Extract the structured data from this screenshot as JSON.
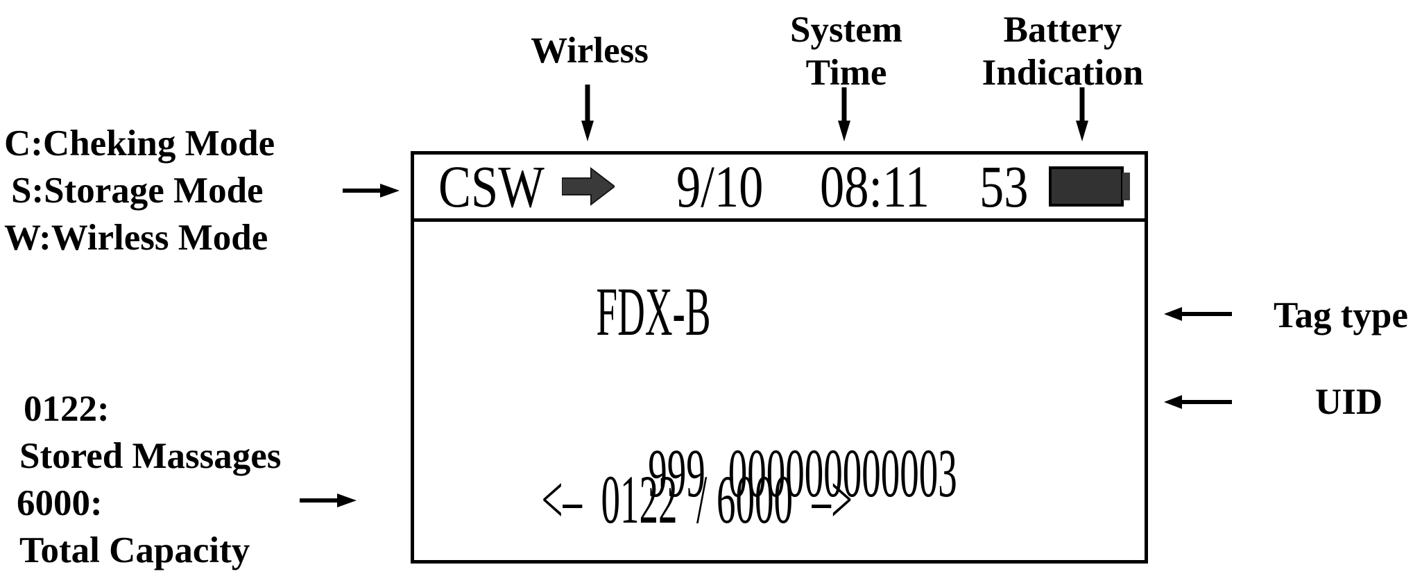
{
  "display": {
    "status_bar": {
      "modes": "CSW",
      "date": "9/10",
      "time": "08:11",
      "battery_percent": "53"
    },
    "tag_type": "FDX-B",
    "uid_prefix": "999",
    "uid_value": "000000000003",
    "pager": "<–  0122  / 6000  –>"
  },
  "annotations": {
    "mode_legend": [
      "C:Cheking Mode",
      "S:Storage Mode",
      "W:Wirless Mode"
    ],
    "wireless_label": "Wirless",
    "system_time_label": [
      "System",
      "Time"
    ],
    "battery_label": [
      "Battery",
      "Indication"
    ],
    "tag_type_label": "Tag type",
    "uid_label": "UID",
    "storage_legend": [
      "0122:",
      "Stored Massages",
      "6000:",
      "Total Capacity"
    ]
  },
  "colors": {
    "background": "#ffffff",
    "ink": "#000000",
    "battery_fill": "#323232",
    "wireless_arrow_fill": "#3a3a3a"
  }
}
